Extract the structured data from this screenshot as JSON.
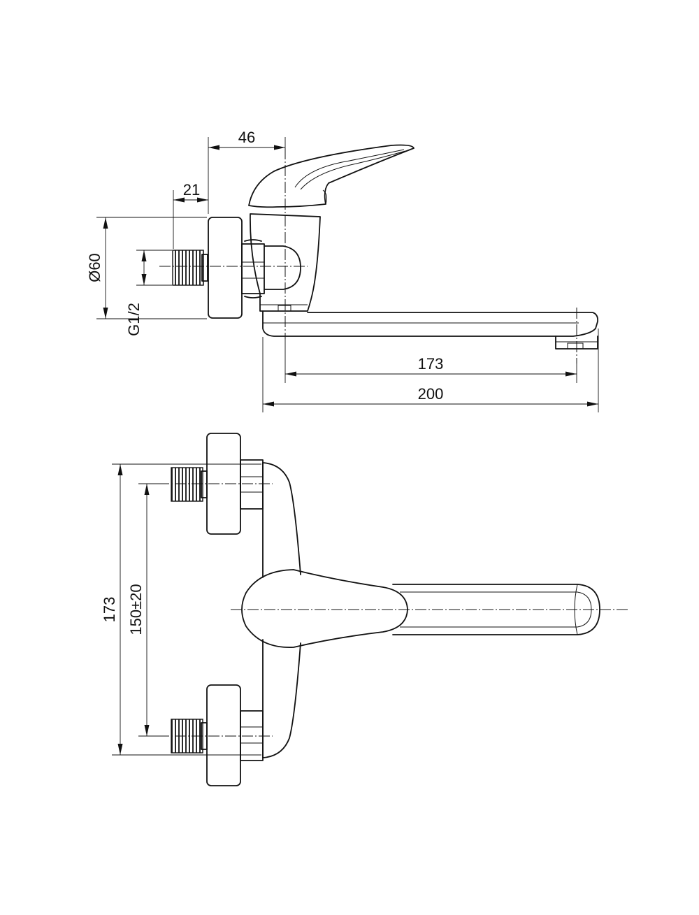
{
  "drawing": {
    "side_view": {
      "dim_depth_to_axis": "46",
      "dim_thread_length": "21",
      "dim_flange_diameter": "Ø60",
      "dim_thread_size": "G1/2",
      "dim_spout_reach": "173",
      "dim_total_length": "200"
    },
    "front_view": {
      "dim_total_height": "173",
      "dim_inlet_spacing": "150±20"
    }
  }
}
